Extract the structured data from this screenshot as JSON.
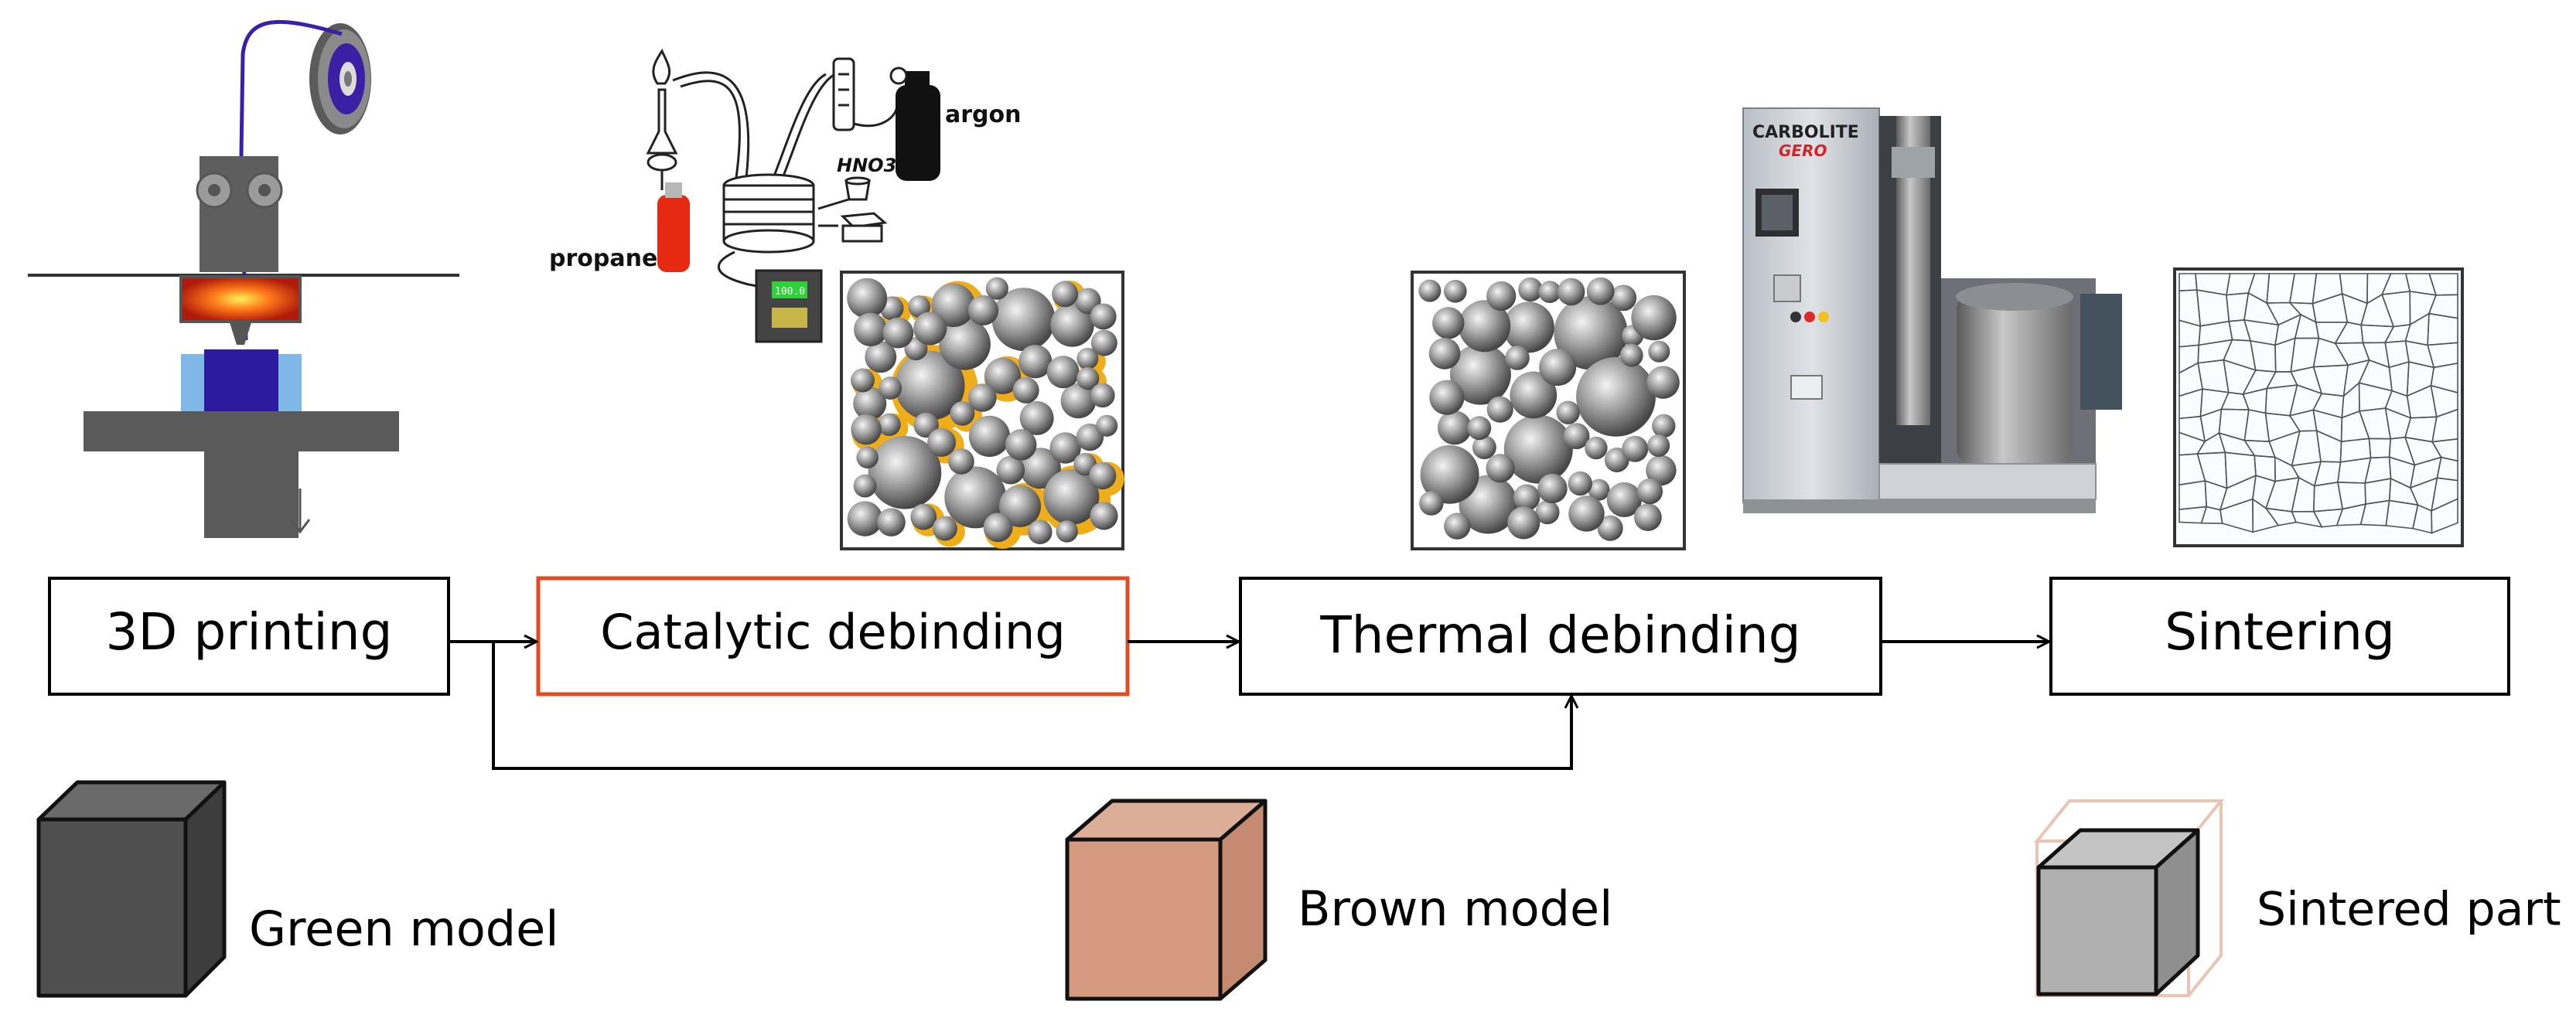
{
  "steps": {
    "printing": "3D printing",
    "catalytic": "Catalytic debinding",
    "thermal": "Thermal debinding",
    "sintering": "Sintering"
  },
  "models": {
    "green": "Green model",
    "brown": "Brown model",
    "sintered": "Sintered part"
  },
  "apparatus": {
    "argon": "argon",
    "propane": "propane",
    "acid": "HNO3",
    "controller_display": "100.0"
  },
  "furnace": {
    "brand_line1": "CARBOLITE",
    "brand_line2": "GERO"
  },
  "colors": {
    "highlight_box": "#e24a1f",
    "green_model": "#4f4f4f",
    "brown_model": "#d49a80",
    "sintered_part": "#b0b0b0",
    "binder": "#f0ad1a",
    "filament": "#3a1fa8"
  }
}
